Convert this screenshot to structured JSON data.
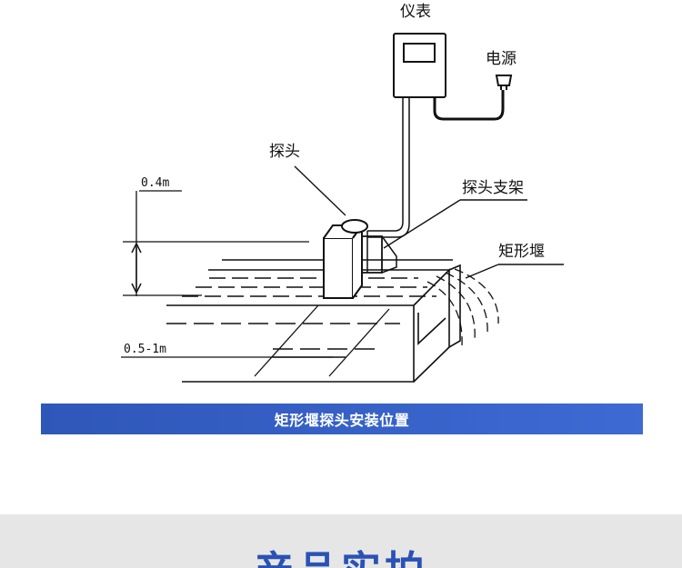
{
  "labels": {
    "meter": "仪表",
    "power": "电源",
    "probe": "探头",
    "probe_bracket": "探头支架",
    "rect_weir": "矩形堰",
    "height_dim": "0.4m",
    "distance_dim": "0.5-1m"
  },
  "caption": "矩形堰探头安装位置",
  "section_title": "产品实拍",
  "colors": {
    "caption_bg": "#3a62c7",
    "title_color": "#2a52b5",
    "section_bg": "#e6e6e6"
  }
}
